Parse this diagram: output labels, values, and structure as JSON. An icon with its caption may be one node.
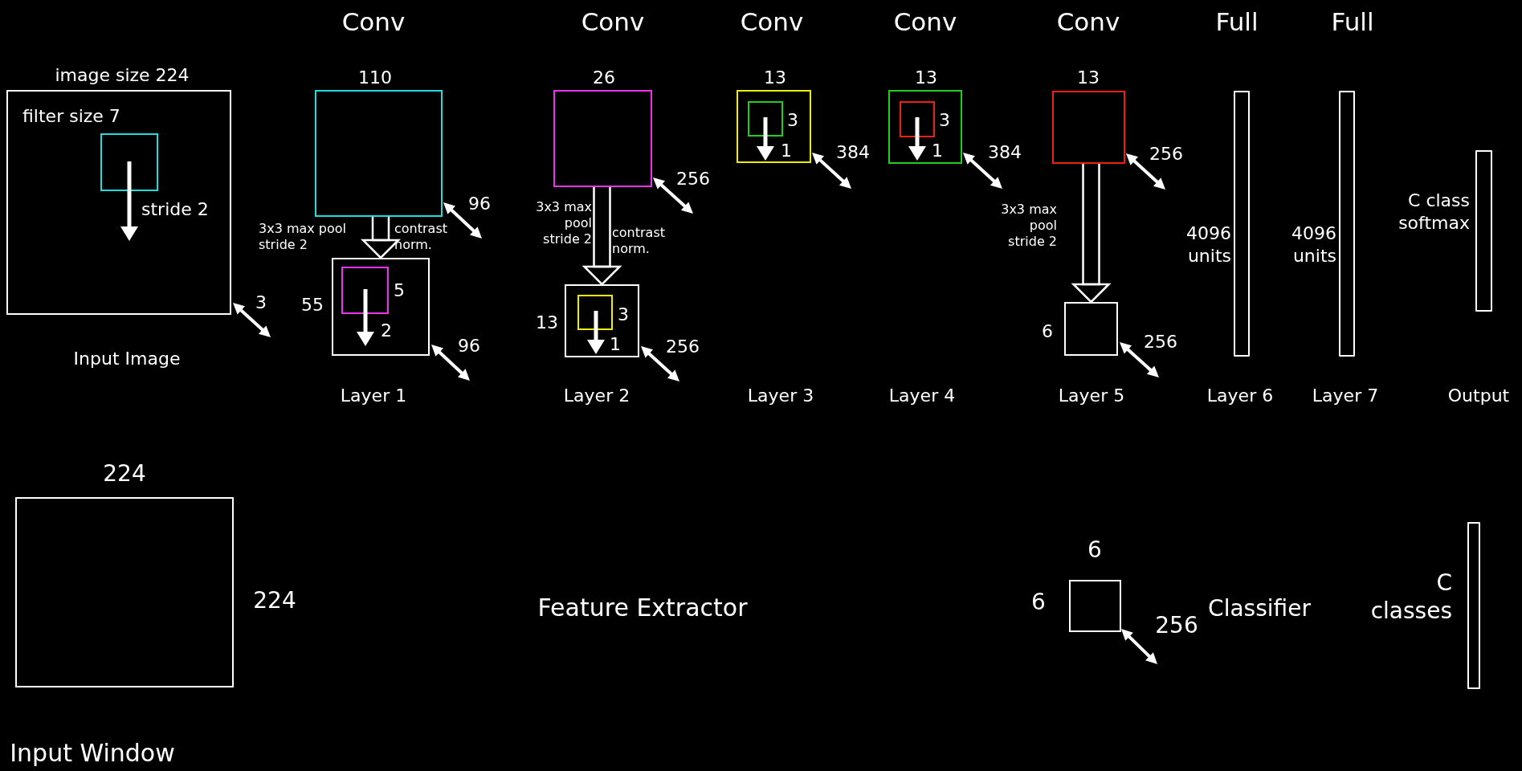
{
  "diagram": {
    "nodes": [
      {
        "text": [],
        "shape": "box"
      },
      {
        "text": [],
        "shape": "box",
        "in": 0
      },
      {
        "text": [],
        "shape": "box"
      },
      {
        "text": [],
        "shape": "box"
      },
      {
        "text": [],
        "shape": "box",
        "in": 3
      },
      {
        "text": [],
        "shape": "box"
      },
      {
        "text": [],
        "shape": "box"
      },
      {
        "text": [],
        "shape": "box",
        "in": 6
      },
      {
        "text": [],
        "shape": "box"
      },
      {
        "text": [],
        "shape": "box",
        "in": 8
      },
      {
        "text": [],
        "shape": "box"
      },
      {
        "text": [],
        "shape": "box",
        "in": 10
      },
      {
        "text": [],
        "shape": "box"
      },
      {
        "text": [],
        "shape": "box"
      },
      {
        "text": [],
        "shape": "bar"
      },
      {
        "text": [],
        "shape": "bar"
      },
      {
        "text": [],
        "shape": "bar"
      },
      {
        "text": [],
        "shape": "box"
      },
      {
        "text": [],
        "shape": "box"
      },
      {
        "text": [],
        "shape": "bar"
      }
    ],
    "edges": [
      {
        "from": 2,
        "to": 3,
        "arrow": "to"
      },
      {
        "from": 5,
        "to": 6,
        "arrow": "to"
      },
      {
        "from": 12,
        "to": 13,
        "arrow": "to"
      }
    ],
    "labels": [
      "Conv",
      "Conv",
      "Conv",
      "Conv",
      "Conv",
      "Full",
      "Full",
      "image size 224",
      "110",
      "26",
      "13",
      "13",
      "13",
      "filter size 7",
      "3",
      "3",
      "1",
      "384",
      "1",
      "384",
      "256",
      "256",
      "96",
      "C class softmax",
      "stride 2",
      "3x3 max pool stride 2",
      "3x3 max pool stride 2",
      "3x3 max pool stride 2",
      "contrast norm.",
      "contrast norm.",
      "4096 units",
      "4096 units",
      "3",
      "55",
      "5",
      "3",
      "2",
      "96",
      "13",
      "1",
      "256",
      "6",
      "256",
      "Input Image",
      "Layer 1",
      "Layer 2",
      "Layer 3",
      "Layer 4",
      "Layer 5",
      "Layer 6",
      "Layer 7",
      "Output",
      "224",
      "6",
      "224",
      "Feature Extractor",
      "6",
      "256",
      "Classifier",
      "C classes",
      "Input Window"
    ]
  }
}
